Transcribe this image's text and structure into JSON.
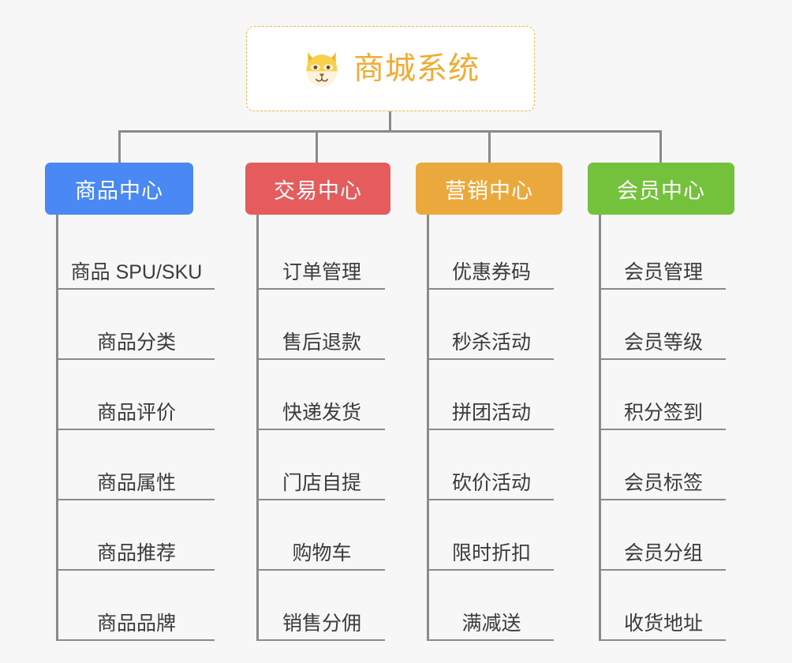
{
  "canvas": {
    "background": "#f7f7f7",
    "line_color": "#8a8a8a"
  },
  "root": {
    "title": "商城系统",
    "icon": "shiba-dog-face-icon",
    "border_color": "#f0b74a",
    "text_color": "#f0ab33",
    "fill": "#ffffff"
  },
  "columns": [
    {
      "header": "商品中心",
      "color": "#4a89f3",
      "items": [
        "商品 SPU/SKU",
        "商品分类",
        "商品评价",
        "商品属性",
        "商品推荐",
        "商品品牌"
      ]
    },
    {
      "header": "交易中心",
      "color": "#e65c5c",
      "items": [
        "订单管理",
        "售后退款",
        "快递发货",
        "门店自提",
        "购物车",
        "销售分佣"
      ]
    },
    {
      "header": "营销中心",
      "color": "#eba93d",
      "items": [
        "优惠券码",
        "秒杀活动",
        "拼团活动",
        "砍价活动",
        "限时折扣",
        "满减送"
      ]
    },
    {
      "header": "会员中心",
      "color": "#74c13c",
      "items": [
        "会员管理",
        "会员等级",
        "积分签到",
        "会员标签",
        "会员分组",
        "收货地址"
      ]
    }
  ]
}
